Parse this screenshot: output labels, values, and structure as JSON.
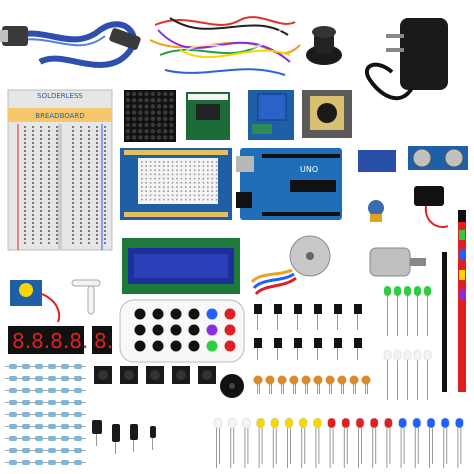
{
  "breadboard": {
    "brand": "SOLDERLESS",
    "subtitle": "BREADBOARD"
  },
  "lcd": {
    "line1": "",
    "line2": ""
  },
  "seven_segment_4digit": "8.8.8.8.",
  "seven_segment_1digit": "8.",
  "uno_board": {
    "label": "UNO"
  },
  "colors": {
    "board_blue": "#1e5fa8",
    "usb_cable": "#2f4fb0",
    "led_red": "#e02020",
    "led_green": "#2ecc40",
    "led_yellow": "#f5d800",
    "led_blue": "#2060ff",
    "resistor_body": "#7fb6d8"
  }
}
